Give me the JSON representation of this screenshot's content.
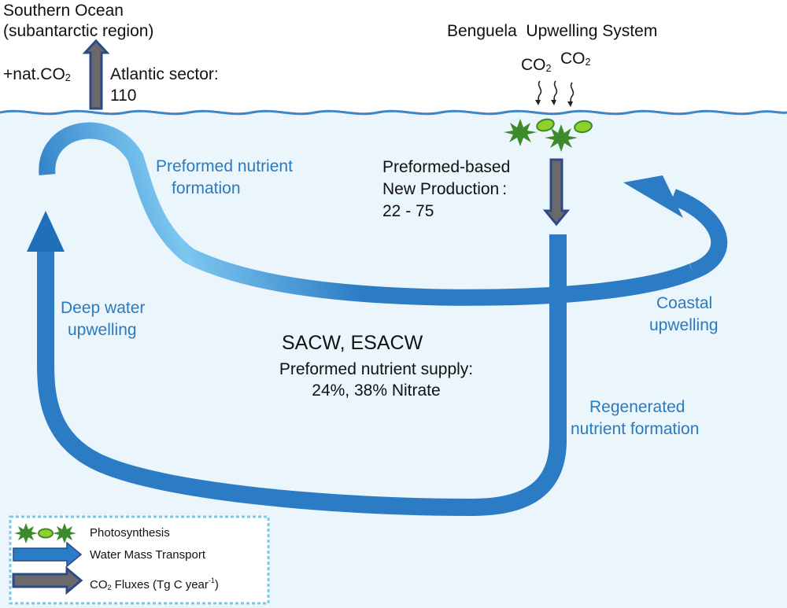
{
  "colors": {
    "ocean": "#eaf5fc",
    "surface_line": "#3f86c4",
    "water_arrow": "#2b7cc4",
    "water_arrow_light": "#7cc6f0",
    "flux_arrow_outline": "#2e4a86",
    "flux_arrow_fill": "#6a6a6a",
    "phytoplankton_star": "#3d8a2c",
    "phytoplankton_cell": "#8fd12a",
    "legend_border": "#7ec8e8"
  },
  "top_left": {
    "title_line1": "Southern Ocean",
    "title_line2": "(subantarctic region)",
    "flux_prefix": "+nat.CO",
    "flux_sub": "2",
    "sector_label": "Atlantic sector:",
    "sector_value": "110"
  },
  "top_right": {
    "title_word1": "Benguela",
    "title_word2": "Upwelling System",
    "co2_a": "CO",
    "co2_a_sub": "2",
    "co2_b": "CO",
    "co2_b_sub": "2"
  },
  "labels": {
    "preformed_line1": "Preformed nutrient",
    "preformed_line2": "formation",
    "newprod_line1": "Preformed-based",
    "newprod_line2": "New Production",
    "newprod_colon": ":",
    "newprod_value": "22 - 75",
    "deep_line1": "Deep water",
    "deep_line2": "upwelling",
    "coastal_line1": "Coastal",
    "coastal_line2": "upwelling",
    "regen_line1": "Regenerated",
    "regen_line2": "nutrient formation",
    "water_mass": "SACW, ESACW",
    "supply_line1": "Preformed nutrient supply:",
    "supply_line2": "24%, 38% Nitrate"
  },
  "legend": {
    "photosynthesis": "Photosynthesis",
    "water_transport": "Water Mass Transport",
    "flux_prefix": "CO",
    "flux_sub": "2",
    "flux_mid": " Fluxes (Tg C year",
    "flux_sup": "-1",
    "flux_end": ")"
  }
}
